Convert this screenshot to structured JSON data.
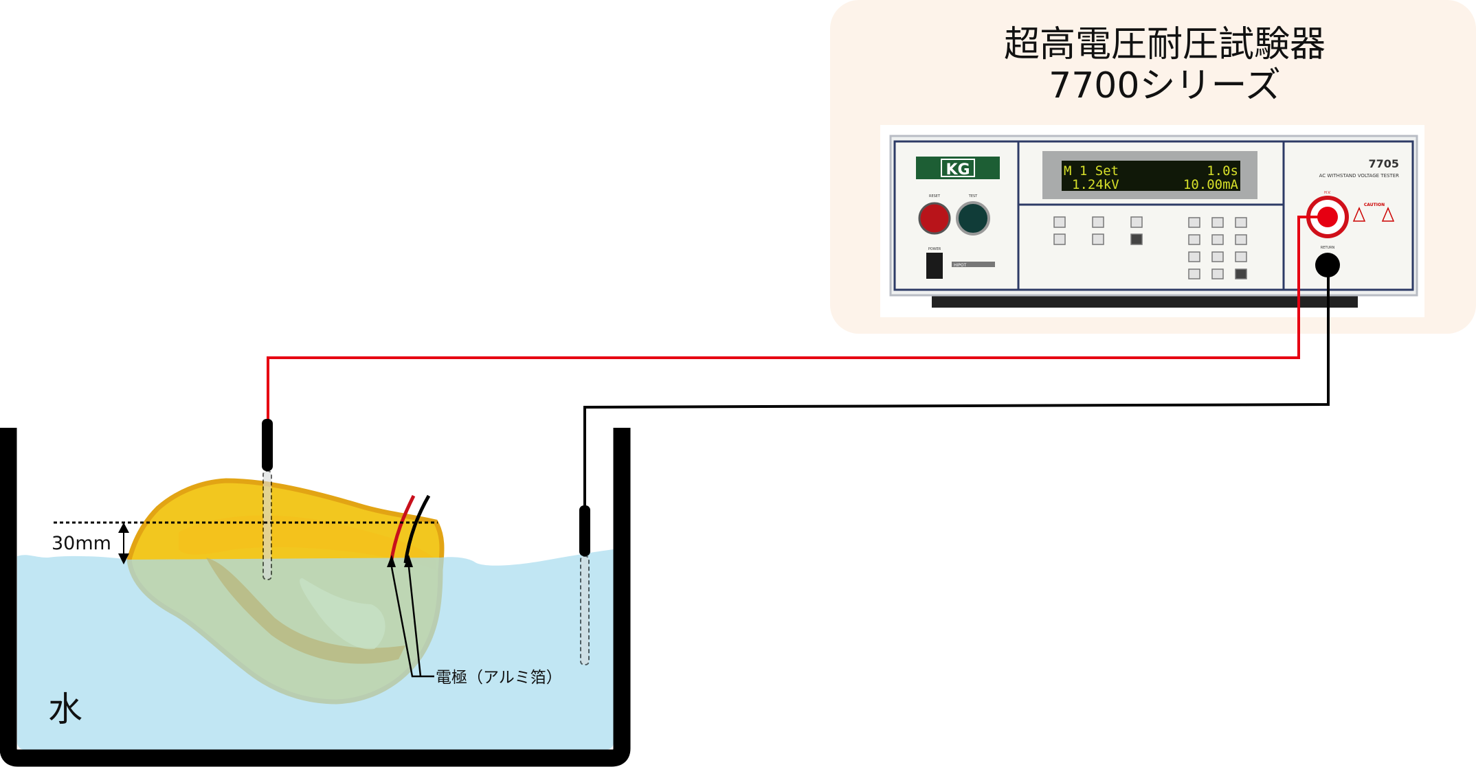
{
  "panel": {
    "title_line1": "超高電圧耐圧試験器",
    "title_line2": "7700シリーズ"
  },
  "device": {
    "brand": "KG",
    "model": "7705",
    "subtitle": "AC WITHSTAND VOLTAGE TESTER",
    "display_line1_left": "M 1 Set",
    "display_line1_right": "1.0s",
    "display_line2_left": "1.24kV",
    "display_line2_right": "10.00mA",
    "reset_label": "RESET",
    "test_label": "TEST",
    "power_label": "POWER",
    "hv_label": "H.V.",
    "return_label": "RETURN",
    "caution_label": "CAUTION",
    "hipot_label": "HIPOT"
  },
  "diagram": {
    "depth_label": "30mm",
    "electrode_label": "電極（アルミ箔）",
    "water_label": "水"
  },
  "colors": {
    "panel_bg": "#fdf3ea",
    "hv_wire": "#e60012",
    "return_wire": "#000000",
    "water": "#bde6f4",
    "sample": "#f0c82a"
  }
}
